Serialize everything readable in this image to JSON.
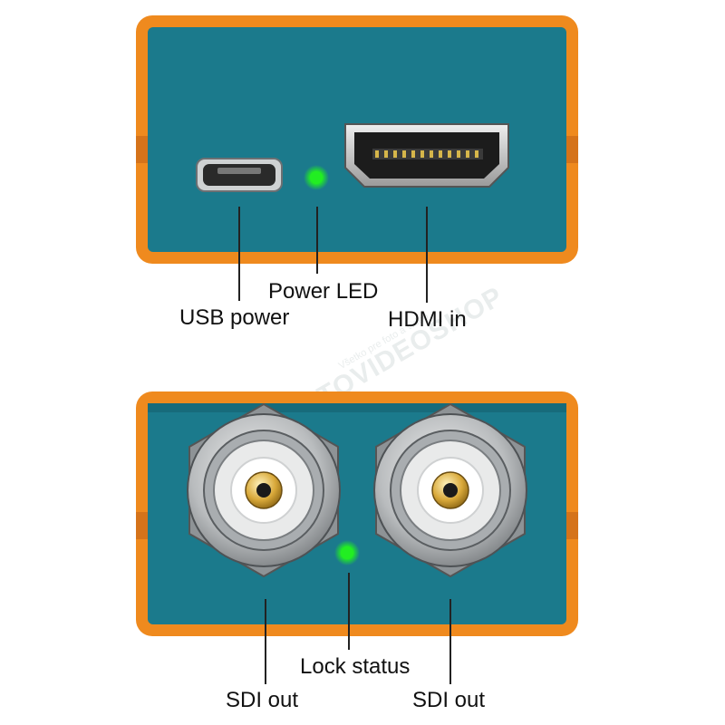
{
  "colors": {
    "housing": "#ef8a1e",
    "panel": "#1b7a8c",
    "led": "#22ee22",
    "leader_line": "#222222",
    "watermark": "#e6eaea"
  },
  "top_panel": {
    "labels": {
      "usb": "USB power",
      "led": "Power LED",
      "hdmi": "HDMI in"
    },
    "ports": [
      {
        "icon": "micro-usb-port-icon"
      },
      {
        "icon": "hdmi-port-icon"
      }
    ]
  },
  "bottom_panel": {
    "labels": {
      "lock": "Lock status",
      "sdi_left": "SDI out",
      "sdi_right": "SDI out"
    },
    "ports": [
      {
        "icon": "bnc-connector-icon"
      },
      {
        "icon": "bnc-connector-icon"
      }
    ]
  },
  "watermark": {
    "brand": "FOTOVIDEOSHOP",
    "tagline": "Všetko pre foto a video"
  }
}
